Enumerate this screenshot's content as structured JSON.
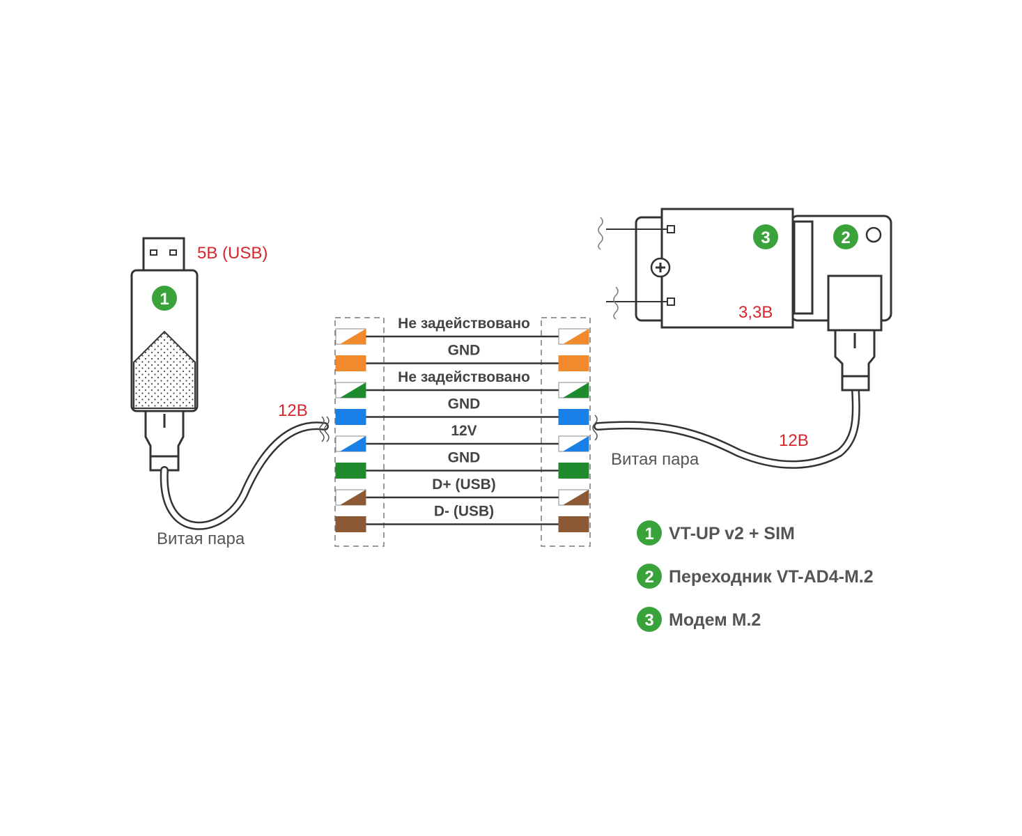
{
  "colors": {
    "accent_green": "#3aa23a",
    "voltage_red": "#d6262b",
    "outline": "#333333",
    "pair_orange": "#f08a2c",
    "pair_green": "#1e8c2e",
    "pair_blue": "#1a7fe6",
    "pair_brown": "#8b5a35"
  },
  "usb_device": {
    "badge": "1",
    "voltage_label": "5В (USB)"
  },
  "left_cable": {
    "voltage": "12В",
    "type_label": "Витая пара"
  },
  "right_cable": {
    "voltage": "12В",
    "type_label": "Витая пара"
  },
  "modem": {
    "badge": "3",
    "voltage_label": "3,3В"
  },
  "adapter": {
    "badge": "2"
  },
  "wires": [
    {
      "stripe": "orange",
      "solid": false,
      "label": "Не задействовано"
    },
    {
      "stripe": "orange",
      "solid": true,
      "label": "GND"
    },
    {
      "stripe": "green",
      "solid": false,
      "label": "Не задействовано"
    },
    {
      "stripe": "blue",
      "solid": true,
      "label": "GND"
    },
    {
      "stripe": "blue",
      "solid": false,
      "label": "12V"
    },
    {
      "stripe": "green",
      "solid": true,
      "label": "GND"
    },
    {
      "stripe": "brown",
      "solid": false,
      "label": "D+ (USB)"
    },
    {
      "stripe": "brown",
      "solid": true,
      "label": "D- (USB)"
    }
  ],
  "legend": [
    {
      "badge": "1",
      "text": "VT-UP v2 + SIM"
    },
    {
      "badge": "2",
      "text": "Переходник VT-AD4-M.2"
    },
    {
      "badge": "3",
      "text": "Модем M.2"
    }
  ]
}
